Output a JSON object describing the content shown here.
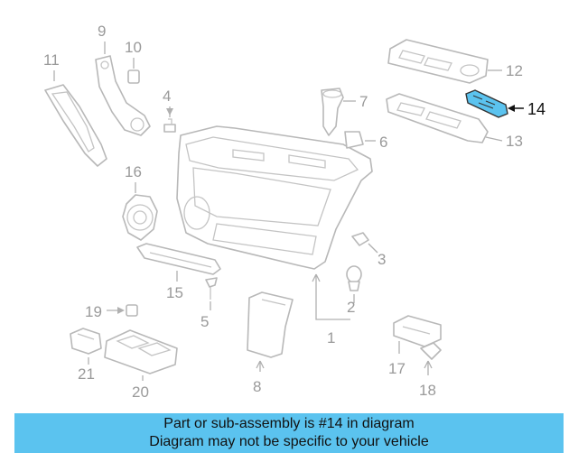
{
  "callouts": {
    "c1": "1",
    "c2": "2",
    "c3": "3",
    "c4": "4",
    "c5": "5",
    "c6": "6",
    "c7": "7",
    "c8": "8",
    "c9": "9",
    "c10": "10",
    "c11": "11",
    "c12": "12",
    "c13": "13",
    "c14": "14",
    "c15": "15",
    "c16": "16",
    "c17": "17",
    "c18": "18",
    "c19": "19",
    "c20": "20",
    "c21": "21"
  },
  "highlighted_part": "14",
  "colors": {
    "highlight": "#5bc3ef",
    "line_art": "#b8b8b8",
    "callout_text": "#9a9a9a"
  },
  "banner": {
    "line1": "Part or sub-assembly is #14 in diagram",
    "line2": "Diagram may not be specific to your vehicle"
  }
}
